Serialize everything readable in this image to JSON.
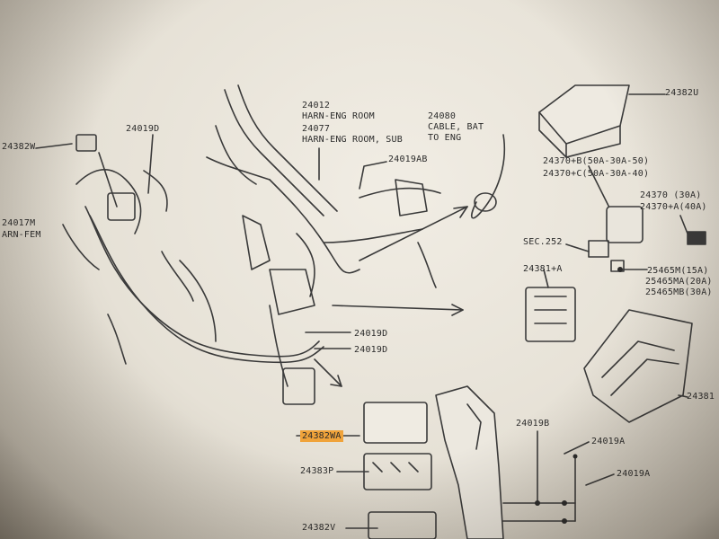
{
  "labels": {
    "p24382w": "24382W",
    "p24019d_top": "24019D",
    "p24017m": "24017M",
    "harn_fem": "ARN-FEM",
    "p24012": "24012",
    "harn_eng_room": "HARN-ENG ROOM",
    "p24077": "24077",
    "harn_eng_room_sub": "HARN-ENG ROOM, SUB",
    "p24080": "24080",
    "cable_bat": "CABLE, BAT",
    "to_eng": "TO ENG",
    "p24019ab": "24019AB",
    "p24382u": "24382U",
    "p24370b": "24370+B(50A-30A-50)",
    "p24370c": "24370+C(50A-30A-40)",
    "p24370_30a": "24370 (30A)",
    "p24370a": "24370+A(40A)",
    "sec252": "SEC.252",
    "p24381a": "24381+A",
    "p25465m": "25465M(15A)",
    "p25465ma": "25465MA(20A)",
    "p25465mb": "25465MB(30A)",
    "p24019d_mid1": "24019D",
    "p24019d_mid2": "24019D",
    "p24381": "24381",
    "p24382wa": "24382WA",
    "p24019b": "24019B",
    "p24019a_1": "24019A",
    "p24383p": "24383P",
    "p24019a_2": "24019A",
    "p24382v": "24382V"
  },
  "colors": {
    "highlight": "#f0a33a",
    "ink": "#2b2b2b"
  }
}
